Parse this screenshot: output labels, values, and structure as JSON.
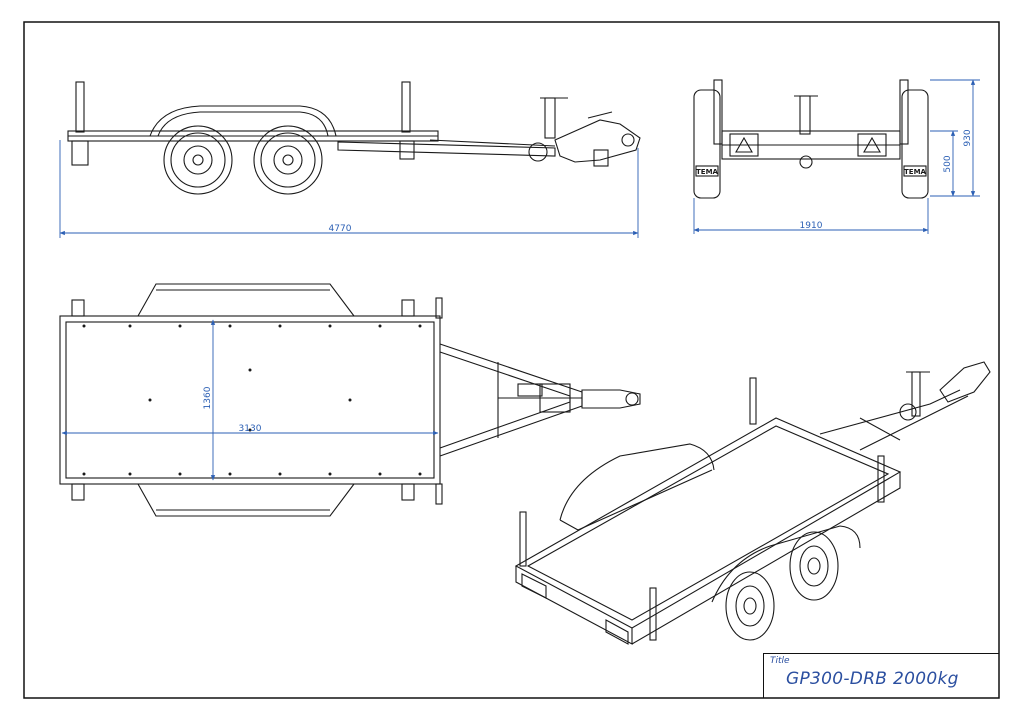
{
  "drawing": {
    "title_label": "Title",
    "title": "GP300-DRB 2000kg",
    "colors": {
      "line": "#1a1a1a",
      "dimension": "#2b5fb4",
      "title_text": "#2b4fa0"
    }
  },
  "side_view": {
    "overall_length": "4770"
  },
  "rear_view": {
    "overall_width": "1910",
    "fender_height": "500",
    "overall_height": "930"
  },
  "top_view": {
    "deck_length": "3130",
    "deck_width": "1360"
  },
  "rear_view_marks": {
    "brand_left": "TEMA",
    "brand_right": "TEMA"
  }
}
